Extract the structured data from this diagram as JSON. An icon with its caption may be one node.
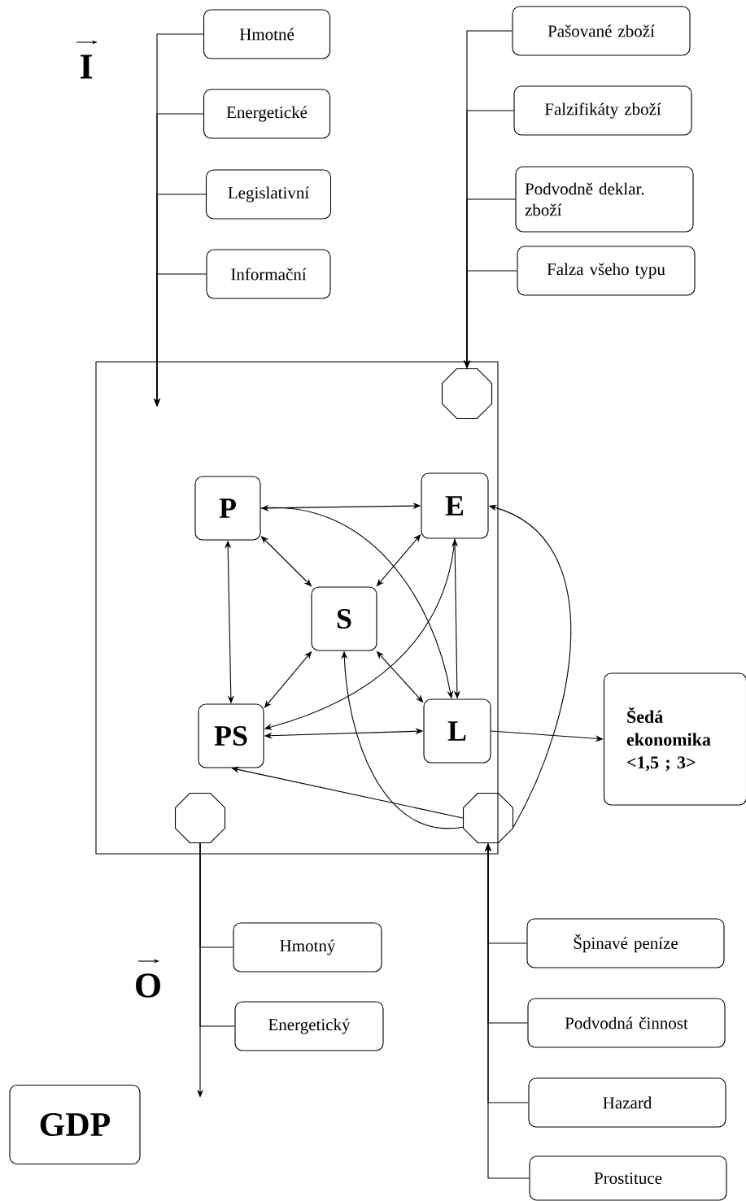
{
  "diagram": {
    "nodes": [
      {
        "text": [],
        "shape": "box"
      },
      {
        "text": [
          "Hmotné"
        ]
      },
      {
        "text": [
          "Energetické"
        ]
      },
      {
        "text": [
          "Legislativní"
        ]
      },
      {
        "text": [
          "Informační"
        ]
      },
      {
        "text": [
          "Pašované zboží"
        ]
      },
      {
        "text": [
          "Falzifikáty zboží"
        ]
      },
      {
        "text": [
          "Podvodně deklar. zboží"
        ]
      },
      {
        "text": [
          "Falza všeho typu"
        ]
      },
      {
        "text": [],
        "shape": "octagon",
        "in": 0
      },
      {
        "text": [
          "P"
        ],
        "in": 0
      },
      {
        "text": [
          "E"
        ],
        "in": 0
      },
      {
        "text": [
          "S"
        ],
        "in": 0
      },
      {
        "text": [
          "PS"
        ],
        "in": 0
      },
      {
        "text": [
          "L"
        ],
        "in": 0
      },
      {
        "text": [],
        "shape": "octagon",
        "in": 0
      },
      {
        "text": [],
        "shape": "octagon",
        "in": 0
      },
      {
        "text": [
          "Šedá ekonomika <1,5 ; 3>"
        ]
      },
      {
        "text": [
          "Hmotný"
        ]
      },
      {
        "text": [
          "Energetický"
        ]
      },
      {
        "text": [
          "Špinavé peníze"
        ]
      },
      {
        "text": [
          "Podvodná činnost"
        ]
      },
      {
        "text": [
          "Hazard"
        ]
      },
      {
        "text": [
          "Prostituce"
        ]
      },
      {
        "text": [
          "GDP"
        ]
      }
    ],
    "edges": [
      {
        "from": 1,
        "to": null,
        "arrow": "to"
      },
      {
        "from": 2,
        "to": null,
        "arrow": "to"
      },
      {
        "from": 3,
        "to": null,
        "arrow": "to"
      },
      {
        "from": 4,
        "to": null,
        "arrow": "to"
      },
      {
        "from": 5,
        "to": 9,
        "arrow": "to"
      },
      {
        "from": 6,
        "to": 9,
        "arrow": "to"
      },
      {
        "from": 7,
        "to": 9,
        "arrow": "to"
      },
      {
        "from": 8,
        "to": 9,
        "arrow": "to"
      },
      {
        "from": 15,
        "to": null,
        "arrow": "to"
      },
      {
        "from": 15,
        "to": 18,
        "arrow": "none"
      },
      {
        "from": 15,
        "to": 19,
        "arrow": "none"
      },
      {
        "from": 20,
        "to": 16,
        "arrow": "to"
      },
      {
        "from": 21,
        "to": 16,
        "arrow": "to"
      },
      {
        "from": 22,
        "to": 16,
        "arrow": "to"
      },
      {
        "from": 23,
        "to": 16,
        "arrow": "to"
      },
      {
        "from": 10,
        "to": 11,
        "arrow": "both"
      },
      {
        "from": 10,
        "to": 13,
        "arrow": "both"
      },
      {
        "from": 10,
        "to": 12,
        "arrow": "both"
      },
      {
        "from": 11,
        "to": 12,
        "arrow": "both"
      },
      {
        "from": 11,
        "to": 14,
        "arrow": "both"
      },
      {
        "from": 13,
        "to": 12,
        "arrow": "both"
      },
      {
        "from": 12,
        "to": 14,
        "arrow": "both"
      },
      {
        "from": 13,
        "to": 14,
        "arrow": "both"
      },
      {
        "from": 10,
        "to": 14,
        "arrow": "to"
      },
      {
        "from": 11,
        "to": 13,
        "arrow": "to"
      },
      {
        "from": 16,
        "to": 13,
        "arrow": "to"
      },
      {
        "from": 16,
        "to": 12,
        "arrow": "to"
      },
      {
        "from": 16,
        "to": 11,
        "arrow": "to"
      },
      {
        "from": 14,
        "to": 17,
        "arrow": "to"
      }
    ],
    "labels": [
      "I",
      "O"
    ]
  }
}
